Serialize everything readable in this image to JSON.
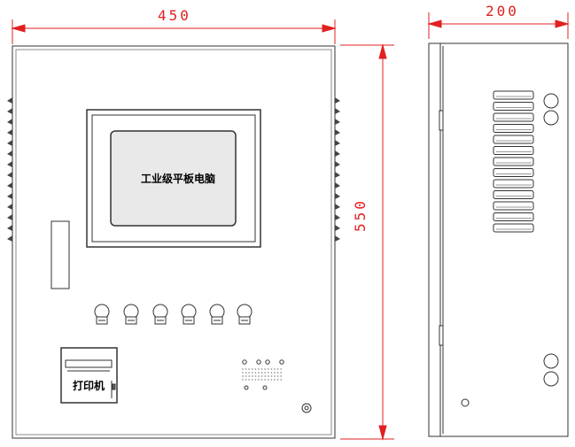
{
  "dimensions": {
    "front_width": "450",
    "side_width": "200",
    "height": "550"
  },
  "labels": {
    "screen": "工业级平板电脑",
    "printer": "打印机"
  },
  "colors": {
    "dimension_line": "#e12020",
    "outline": "#333333",
    "screen_fill": "#e9e9e9"
  }
}
